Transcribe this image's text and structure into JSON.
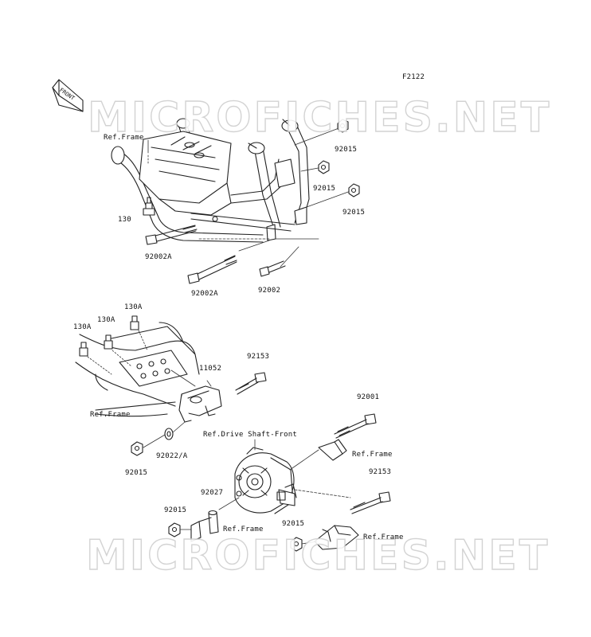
{
  "diagram_code": "F2122",
  "front_marker": "FRONT",
  "watermark": "MICROFICHES.NET",
  "labels": {
    "ref_frame_1": "Ref.Frame",
    "ref_frame_2": "Ref.Frame",
    "ref_frame_3": "Ref.Frame",
    "ref_frame_4": "Ref.Frame",
    "ref_frame_5": "Ref.Frame",
    "ref_drive_shaft": "Ref.Drive Shaft-Front",
    "p92015_a": "92015",
    "p92015_b": "92015",
    "p92015_c": "92015",
    "p92015_d": "92015",
    "p92015_e": "92015",
    "p92015_f": "92015",
    "p130": "130",
    "p92002A_a": "92002A",
    "p92002A_b": "92002A",
    "p92002": "92002",
    "p130A_a": "130A",
    "p130A_b": "130A",
    "p130A_c": "130A",
    "p11052": "11052",
    "p92153_a": "92153",
    "p92153_b": "92153",
    "p92001": "92001",
    "p92022A": "92022/A",
    "p92027": "92027"
  }
}
